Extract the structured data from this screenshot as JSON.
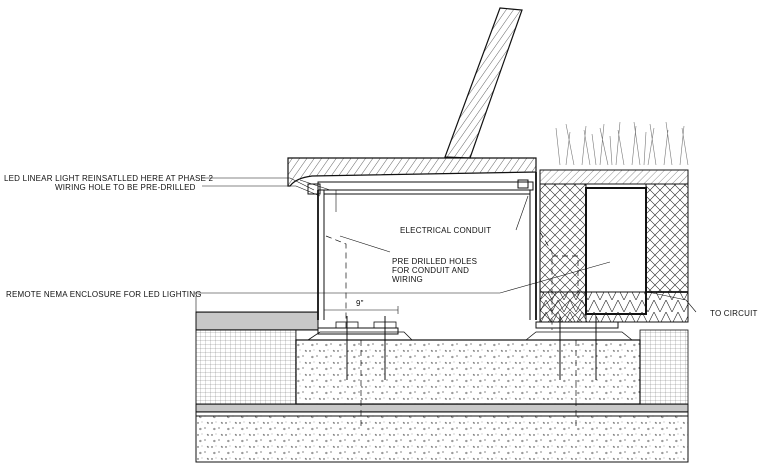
{
  "labels": {
    "led_line1": "LED LINEAR LIGHT REINSATLLED HERE AT PHASE 2",
    "led_line2": "WIRING HOLE TO BE PRE-DRILLED",
    "remote_nema": "REMOTE NEMA ENCLOSURE FOR LED LIGHTING",
    "electrical_conduit": "ELECTRICAL CONDUIT",
    "pre_drilled_1": "PRE DRILLED HOLES",
    "pre_drilled_2": "FOR CONDUIT AND",
    "pre_drilled_3": "WIRING",
    "to_circuit": "TO CIRCUIT",
    "dimension": "9\""
  },
  "colors": {
    "line": "#111111",
    "paper": "#ffffff"
  }
}
